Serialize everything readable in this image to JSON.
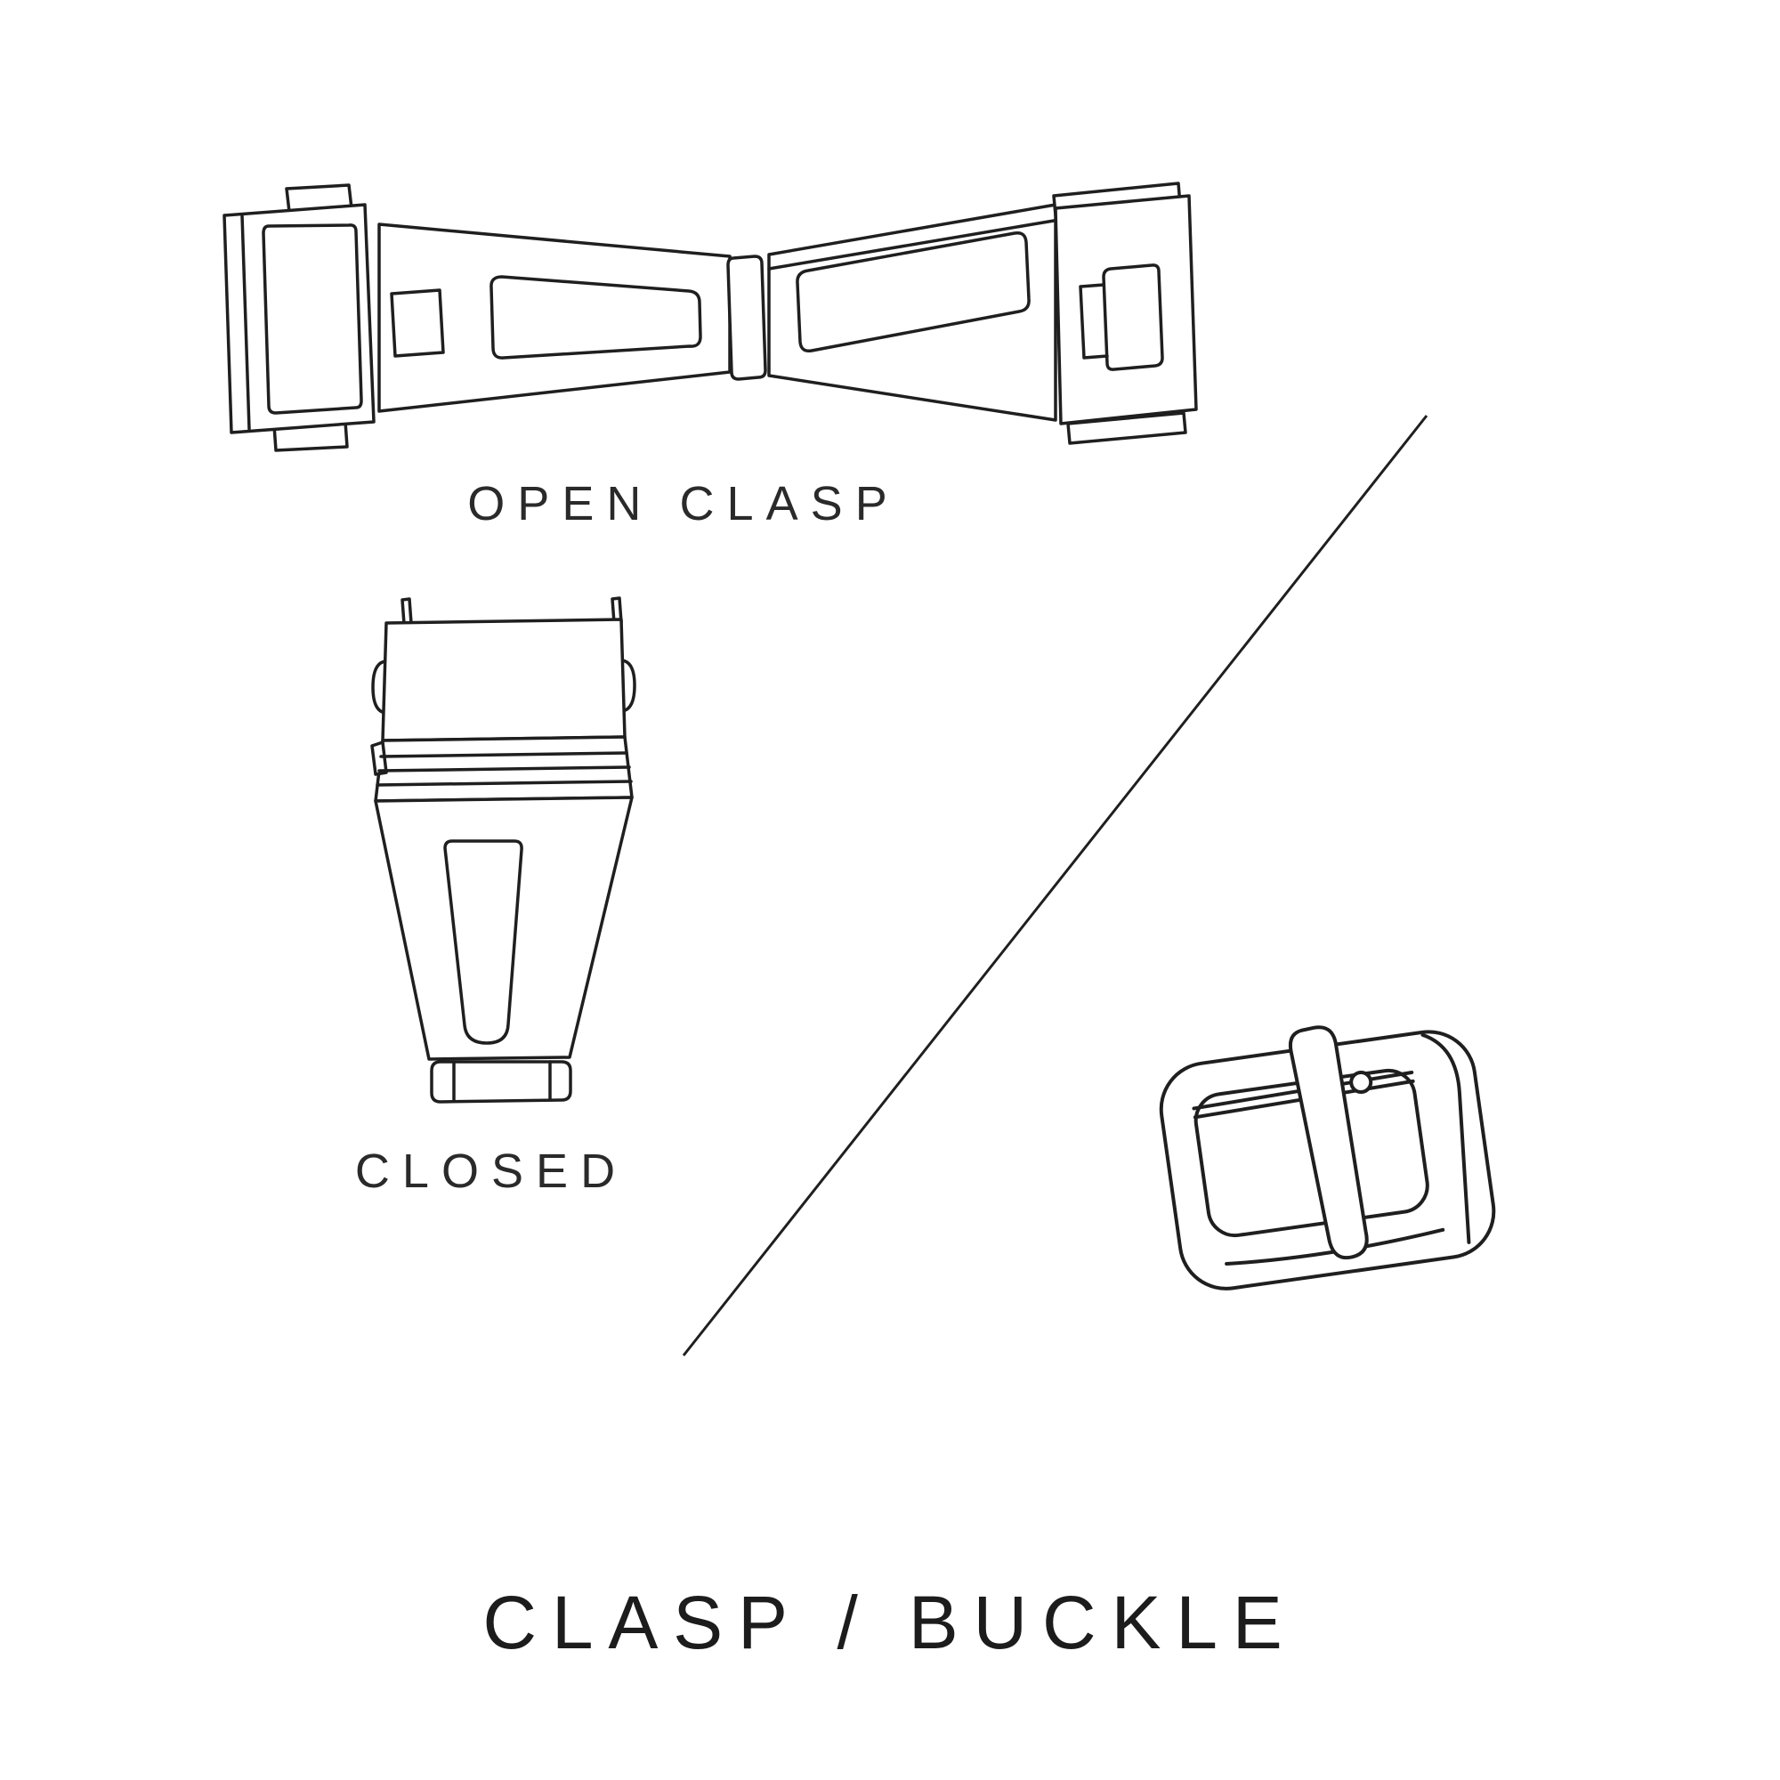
{
  "canvas": {
    "background": "#ffffff",
    "line_color": "#1f1f1f"
  },
  "title": "CLASP / BUCKLE",
  "labels": {
    "open_clasp": "OPEN CLASP",
    "closed": "CLOSED"
  },
  "icons": {
    "open_clasp_illustration": "open-deployant-clasp-drawing",
    "closed_clasp_illustration": "closed-deployant-clasp-drawing",
    "buckle_illustration": "tang-buckle-drawing",
    "divider": "diagonal-divider-line"
  }
}
